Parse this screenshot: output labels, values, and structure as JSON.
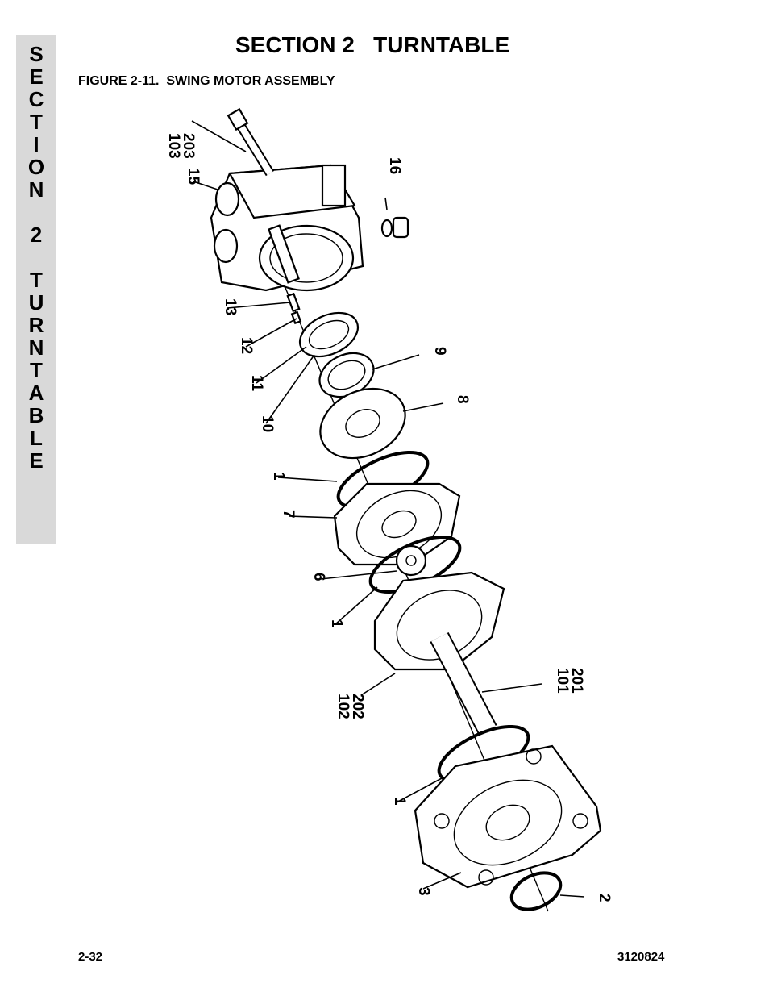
{
  "side_tab": {
    "letters": [
      "S",
      "E",
      "C",
      "T",
      "I",
      "O",
      "N",
      "",
      "2",
      "",
      "T",
      "U",
      "R",
      "N",
      "T",
      "A",
      "B",
      "L",
      "E"
    ]
  },
  "header": {
    "section_title": "SECTION 2   TURNTABLE",
    "figure_title": "FIGURE 2-11.  SWING MOTOR ASSEMBLY"
  },
  "callouts": {
    "c103": "103",
    "c203": "203",
    "c15": "15",
    "c16": "16",
    "c13": "13",
    "c12": "12",
    "c11": "11",
    "c10": "10",
    "c9": "9",
    "c8": "8",
    "c1a": "1",
    "c7": "7",
    "c6": "6",
    "c1b": "1",
    "c102": "102",
    "c202": "202",
    "c101": "101",
    "c201": "201",
    "c1c": "1",
    "c3": "3",
    "c2": "2"
  },
  "footer": {
    "page_number": "2-32",
    "document_number": "3120824"
  }
}
